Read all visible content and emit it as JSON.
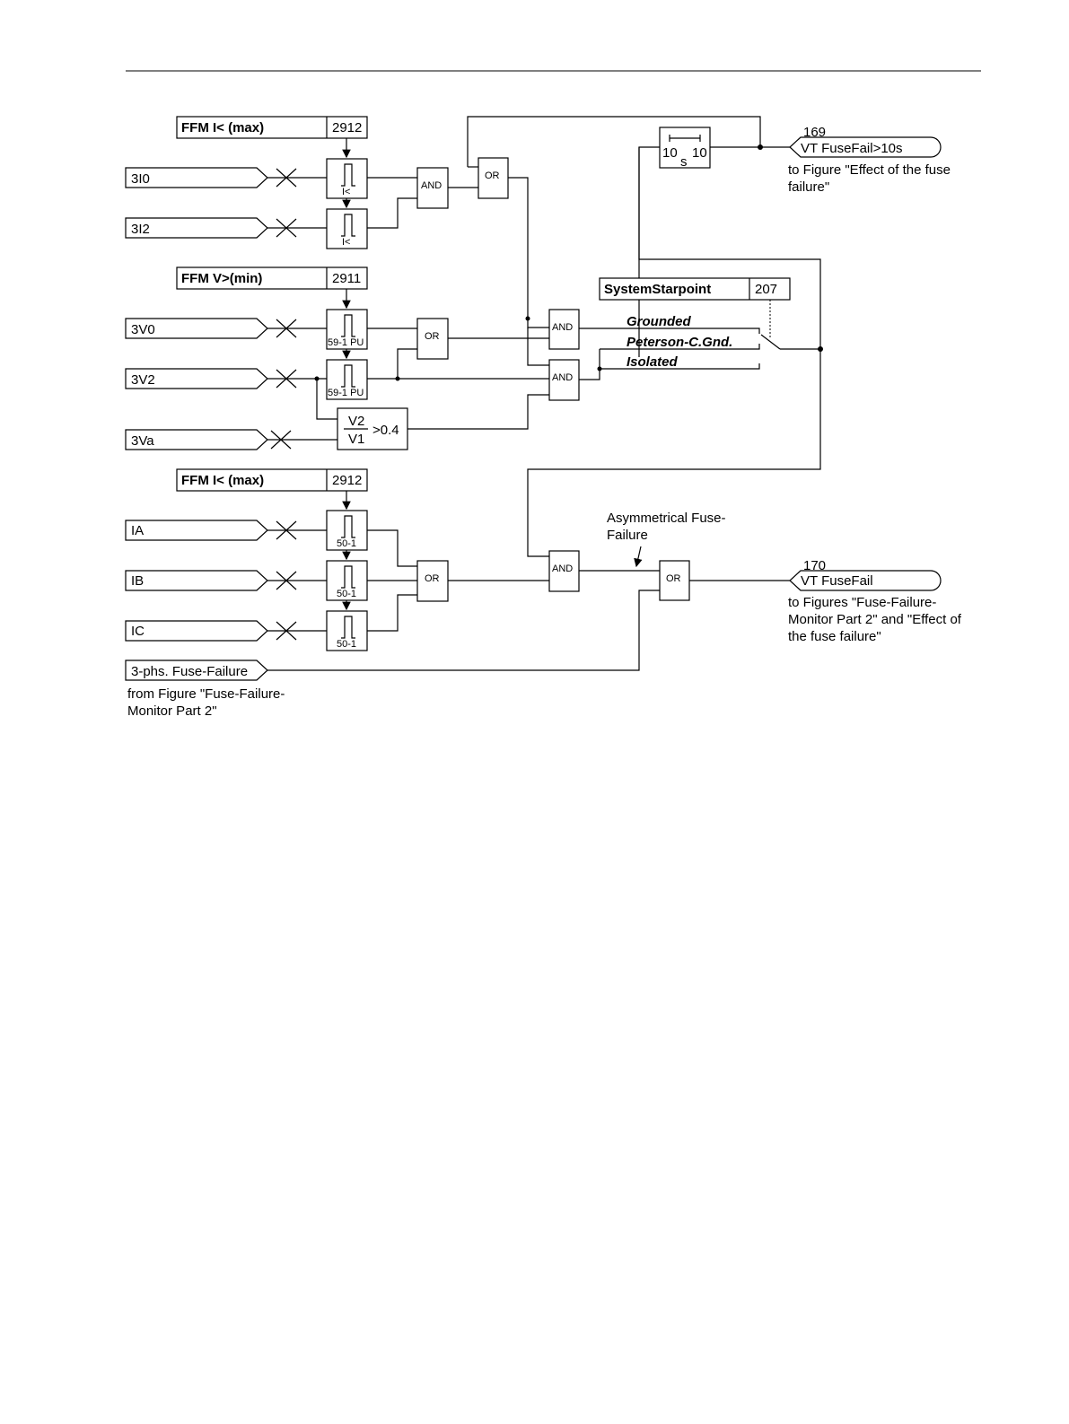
{
  "settings": {
    "ffm_i_top": {
      "label": "FFM I< (max)",
      "addr": "2912"
    },
    "ffm_v": {
      "label": "FFM V>(min)",
      "addr": "2911"
    },
    "ffm_i_bottom": {
      "label": "FFM I< (max)",
      "addr": "2912"
    },
    "system_starpoint": {
      "label": "SystemStarpoint",
      "addr": "207"
    }
  },
  "inputs": {
    "i3i0": "3I0",
    "i3i2": "3I2",
    "v3v0": "3V0",
    "v3v2": "3V2",
    "v3va": "3Va",
    "ia": "IA",
    "ib": "IB",
    "ic": "IC",
    "fuse3ph": "3-phs. Fuse-Failure",
    "fuse3ph_note_1": "from Figure \"Fuse-Failure-",
    "fuse3ph_note_2": "Monitor Part 2\""
  },
  "threshold_labels": {
    "i_lt_1": "I<",
    "i_lt_2": "I<",
    "pu_1": "59-1 PU",
    "pu_2": "59-1 PU",
    "oc_1": "50-1",
    "oc_2": "50-1",
    "oc_3": "50-1"
  },
  "gates": {
    "and_1": "AND",
    "or_1": "OR",
    "or_2": "OR",
    "and_2": "AND",
    "and_3": "AND",
    "or_3": "OR",
    "and_4": "AND",
    "or_4": "OR"
  },
  "ratio": {
    "numerator": "V2",
    "denominator": "V1",
    "compare": ">0.4"
  },
  "timer": {
    "t1": "10",
    "unit": "s",
    "t2": "10"
  },
  "switch_options": {
    "grounded": "Grounded",
    "peterson": "Peterson-C.Gnd.",
    "isolated": "Isolated"
  },
  "outputs": {
    "out169": {
      "number": "169",
      "label": "VT FuseFail>10s",
      "note_1": "to Figure \"Effect of the fuse",
      "note_2": "failure\""
    },
    "out170": {
      "number": "170",
      "label": "VT FuseFail",
      "note_1": "to Figures \"Fuse-Failure-",
      "note_2": "Monitor Part 2\" and \"Effect of",
      "note_3": "the fuse failure\""
    }
  },
  "annotation": {
    "asym_1": "Asymmetrical Fuse-",
    "asym_2": "Failure"
  }
}
